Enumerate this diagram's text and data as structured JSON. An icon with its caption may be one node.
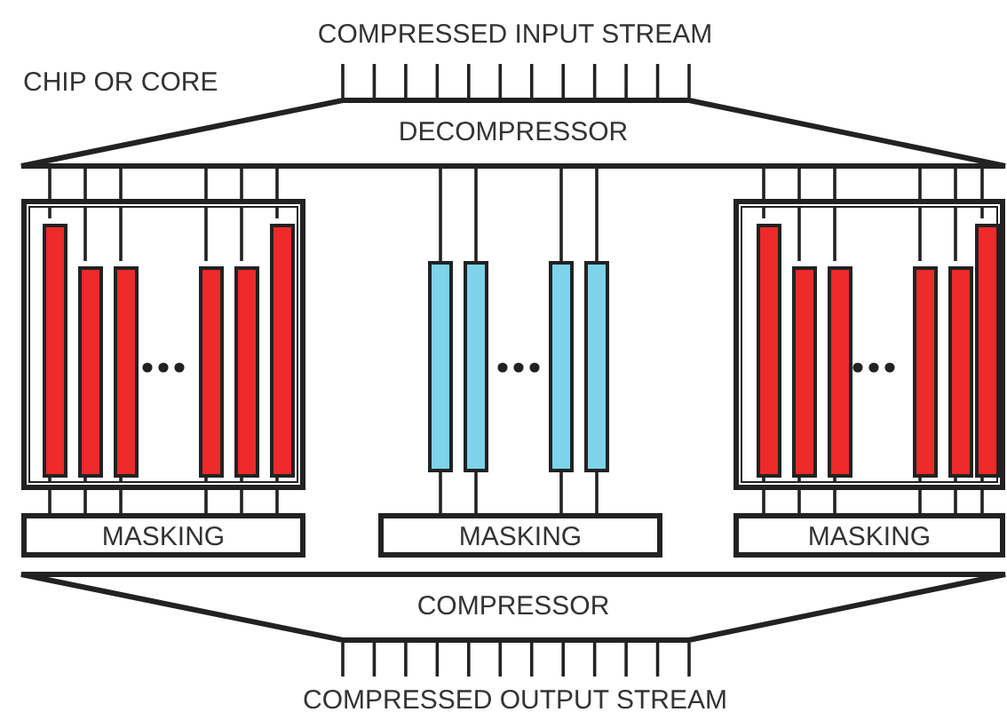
{
  "diagram": {
    "nodes": [
      {
        "text": [
          "DECOMPRESSOR"
        ]
      },
      {
        "text": [],
        "shape": "box"
      },
      {
        "text": [],
        "shape": "bar",
        "in": 1
      },
      {
        "text": [],
        "shape": "bar",
        "in": 1
      },
      {
        "text": [],
        "shape": "bar",
        "in": 1
      },
      {
        "text": [],
        "shape": "bar",
        "in": 1
      },
      {
        "text": [],
        "shape": "bar",
        "in": 1
      },
      {
        "text": [],
        "shape": "bar",
        "in": 1
      },
      {
        "text": [],
        "shape": "bar"
      },
      {
        "text": [],
        "shape": "bar"
      },
      {
        "text": [],
        "shape": "bar"
      },
      {
        "text": [],
        "shape": "bar"
      },
      {
        "text": [],
        "shape": "box"
      },
      {
        "text": [],
        "shape": "bar",
        "in": 12
      },
      {
        "text": [],
        "shape": "bar",
        "in": 12
      },
      {
        "text": [],
        "shape": "bar",
        "in": 12
      },
      {
        "text": [],
        "shape": "bar",
        "in": 12
      },
      {
        "text": [],
        "shape": "bar",
        "in": 12
      },
      {
        "text": [],
        "shape": "bar",
        "in": 12
      },
      {
        "text": [
          "MASKING"
        ]
      },
      {
        "text": [
          "MASKING"
        ]
      },
      {
        "text": [
          "MASKING"
        ]
      },
      {
        "text": [
          "COMPRESSOR"
        ]
      }
    ],
    "edges": [
      {
        "from": 0,
        "to": 2,
        "arrow": "none"
      },
      {
        "from": 0,
        "to": 3,
        "arrow": "none"
      },
      {
        "from": 0,
        "to": 4,
        "arrow": "none"
      },
      {
        "from": 0,
        "to": 5,
        "arrow": "none"
      },
      {
        "from": 0,
        "to": 6,
        "arrow": "none"
      },
      {
        "from": 0,
        "to": 7,
        "arrow": "none"
      },
      {
        "from": 0,
        "to": 8,
        "arrow": "none"
      },
      {
        "from": 0,
        "to": 9,
        "arrow": "none"
      },
      {
        "from": 0,
        "to": 10,
        "arrow": "none"
      },
      {
        "from": 0,
        "to": 11,
        "arrow": "none"
      },
      {
        "from": 0,
        "to": 13,
        "arrow": "none"
      },
      {
        "from": 0,
        "to": 14,
        "arrow": "none"
      },
      {
        "from": 0,
        "to": 15,
        "arrow": "none"
      },
      {
        "from": 0,
        "to": 16,
        "arrow": "none"
      },
      {
        "from": 0,
        "to": 17,
        "arrow": "none"
      },
      {
        "from": 0,
        "to": 18,
        "arrow": "none"
      },
      {
        "from": 2,
        "to": 19,
        "arrow": "none"
      },
      {
        "from": 3,
        "to": 19,
        "arrow": "none"
      },
      {
        "from": 4,
        "to": 19,
        "arrow": "none"
      },
      {
        "from": 5,
        "to": 19,
        "arrow": "none"
      },
      {
        "from": 6,
        "to": 19,
        "arrow": "none"
      },
      {
        "from": 7,
        "to": 19,
        "arrow": "none"
      },
      {
        "from": 8,
        "to": 20,
        "arrow": "none"
      },
      {
        "from": 9,
        "to": 20,
        "arrow": "none"
      },
      {
        "from": 10,
        "to": 20,
        "arrow": "none"
      },
      {
        "from": 11,
        "to": 20,
        "arrow": "none"
      },
      {
        "from": 13,
        "to": 21,
        "arrow": "none"
      },
      {
        "from": 14,
        "to": 21,
        "arrow": "none"
      },
      {
        "from": 15,
        "to": 21,
        "arrow": "none"
      },
      {
        "from": 16,
        "to": 21,
        "arrow": "none"
      },
      {
        "from": 17,
        "to": 21,
        "arrow": "none"
      },
      {
        "from": 18,
        "to": 21,
        "arrow": "none"
      }
    ],
    "labels": [
      "COMPRESSED INPUT STREAM",
      "CHIP OR CORE",
      "COMPRESSED OUTPUT STREAM"
    ]
  }
}
